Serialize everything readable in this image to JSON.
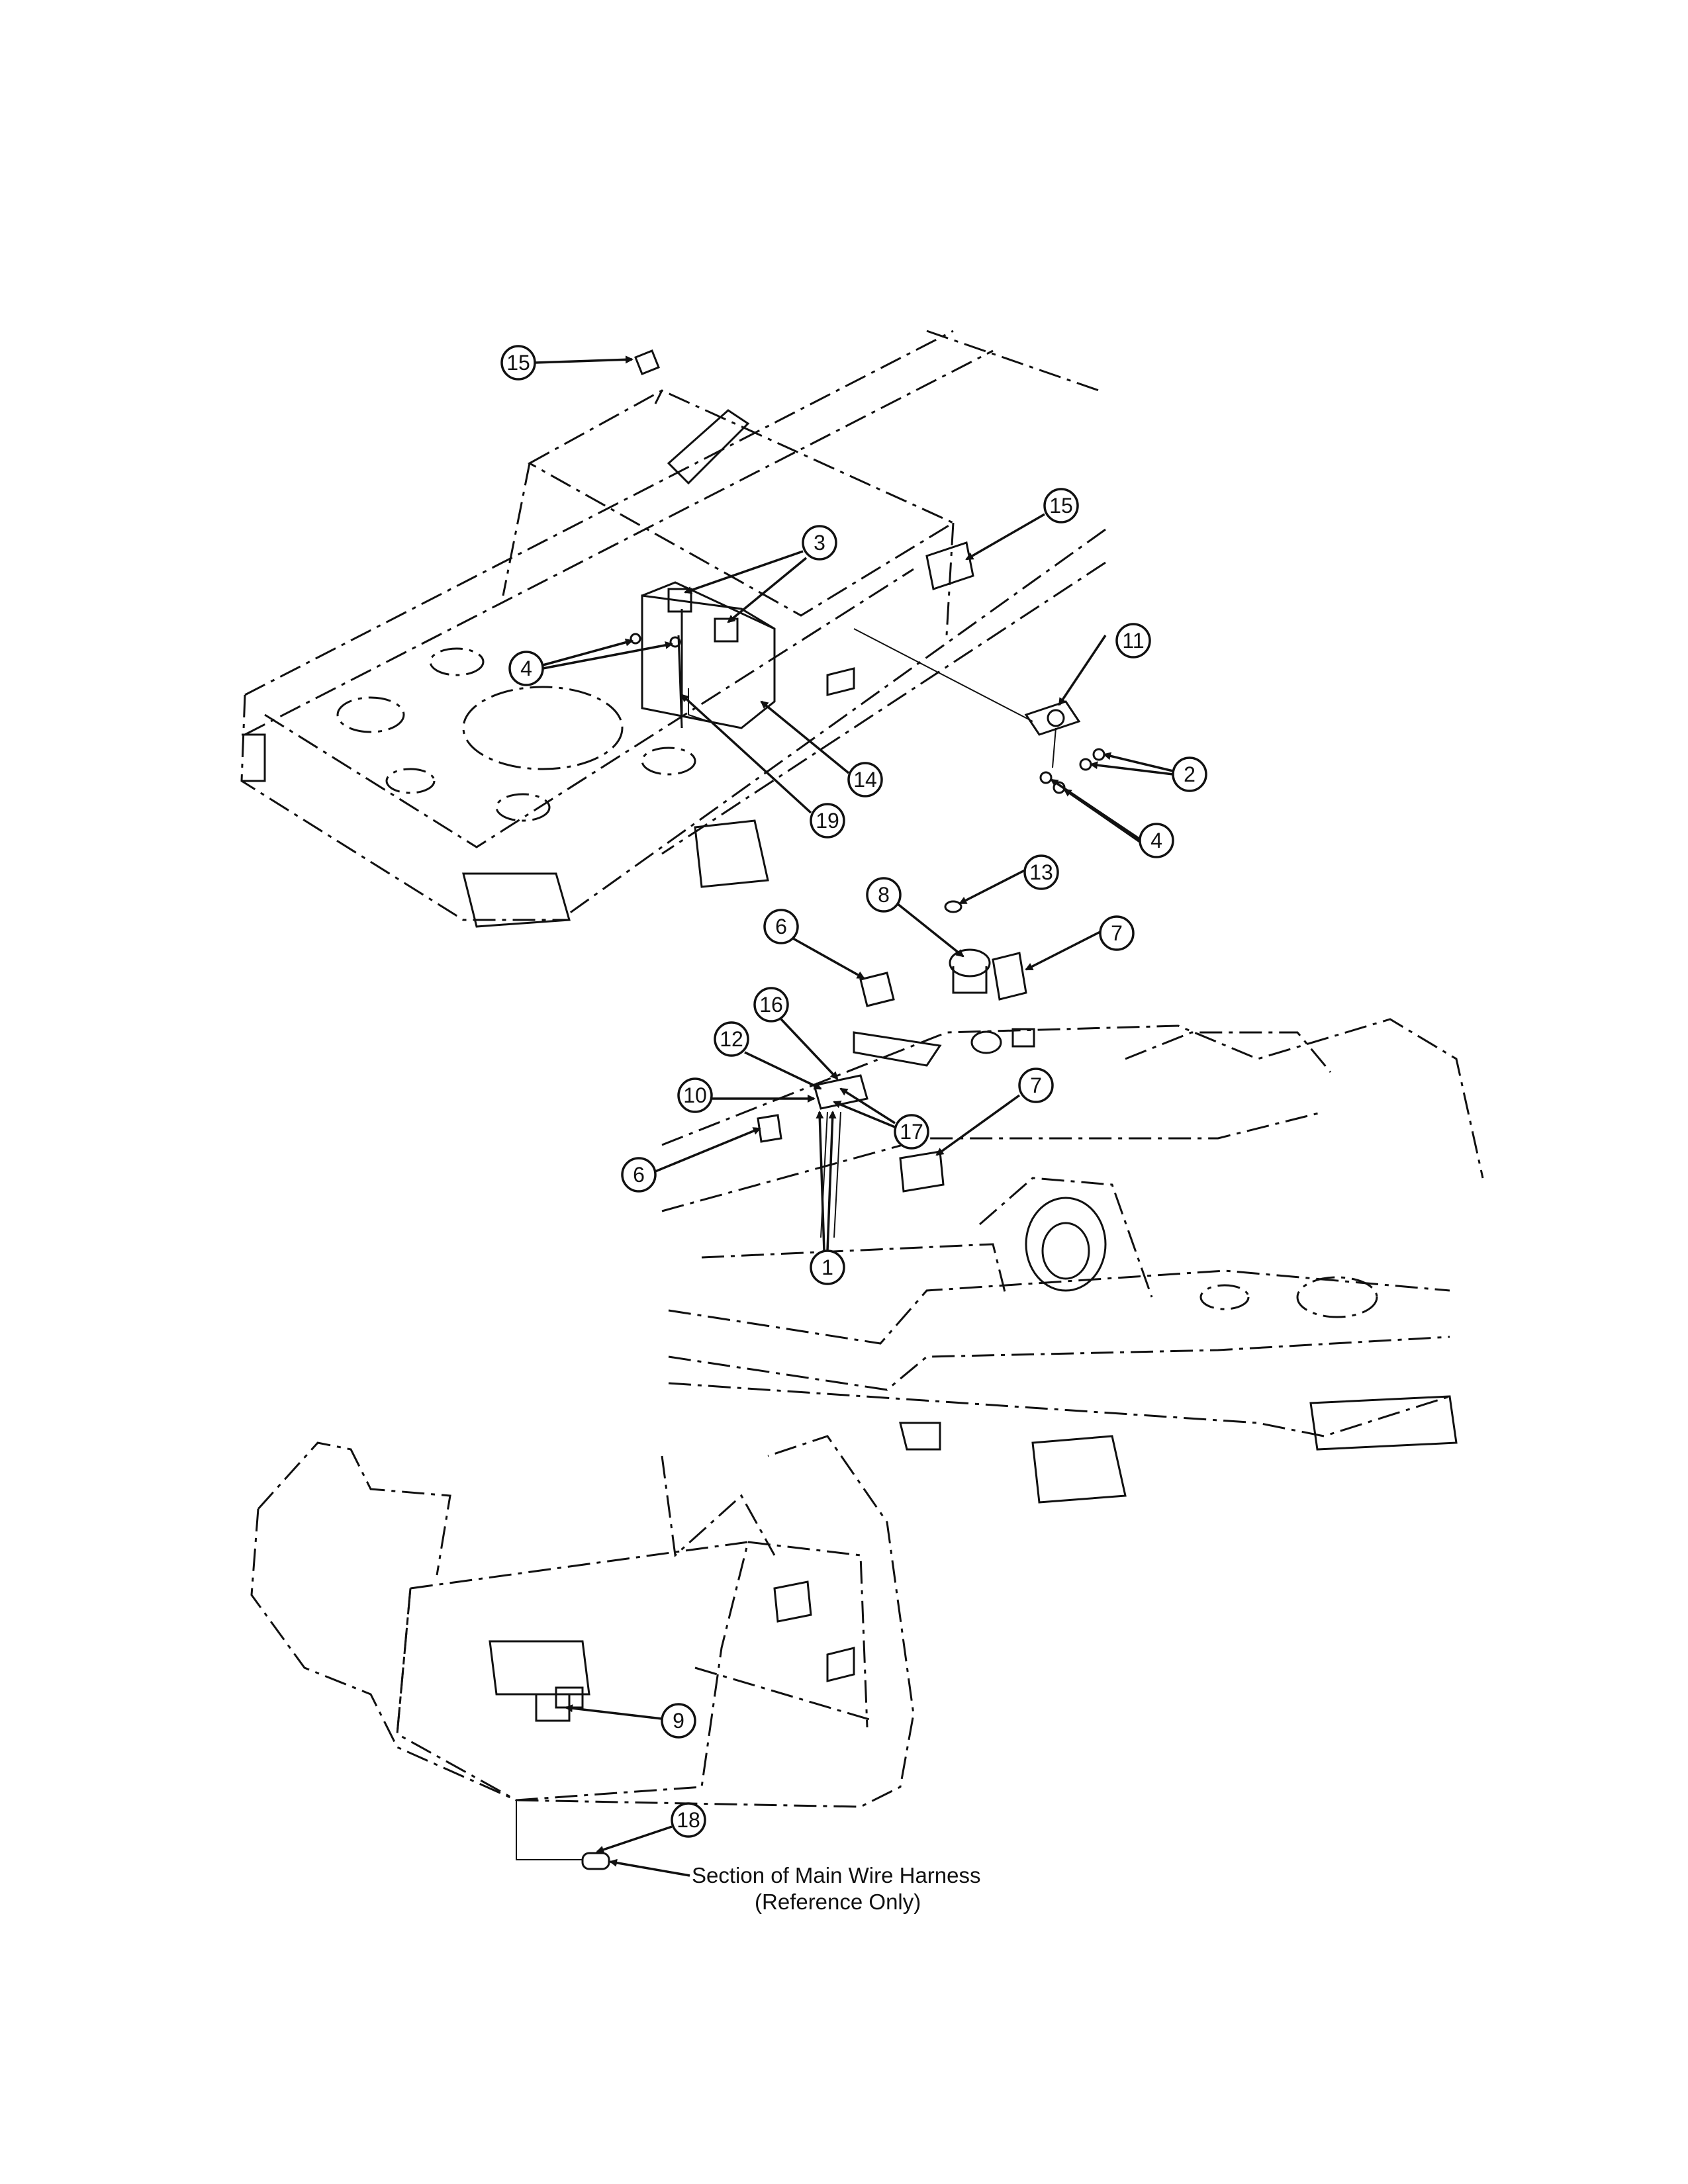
{
  "callouts": [
    "15",
    "15",
    "3",
    "4",
    "14",
    "19",
    "11",
    "2",
    "4",
    "13",
    "8",
    "7",
    "6",
    "16",
    "12",
    "10",
    "17",
    "7",
    "6",
    "1",
    "9",
    "18"
  ],
  "caption": {
    "line1": "Section of Main Wire Harness",
    "line2": "(Reference Only)"
  }
}
